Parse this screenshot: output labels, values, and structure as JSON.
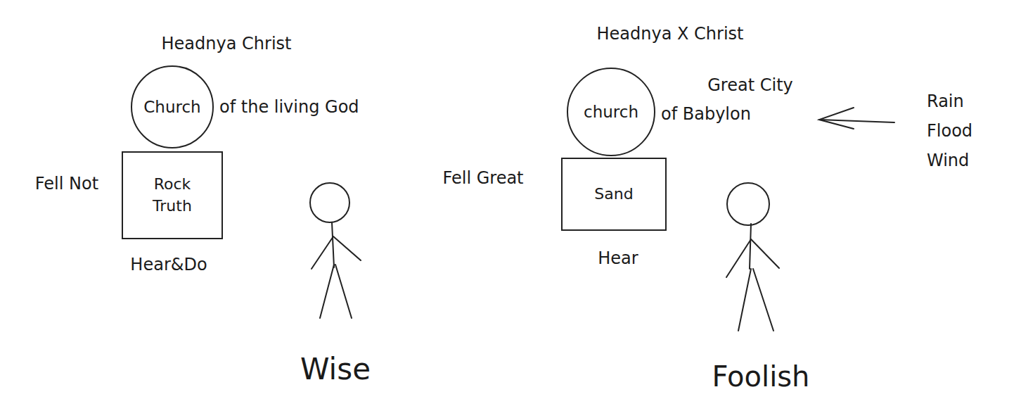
{
  "diagram": {
    "nodes": [
      {
        "text": [
          "Church"
        ]
      },
      {
        "text": [
          "Rock Truth"
        ]
      },
      {
        "text": [
          "church"
        ]
      },
      {
        "text": [
          "Sand"
        ]
      }
    ],
    "labels": [
      "Headnya Christ",
      "of the living God",
      "Fell Not",
      "Hear&Do",
      "Wise",
      "Headnya X Christ",
      "Great City",
      "of Babylon",
      "Fell Great",
      "Hear",
      "Rain Flood Wind",
      "Foolish"
    ]
  }
}
